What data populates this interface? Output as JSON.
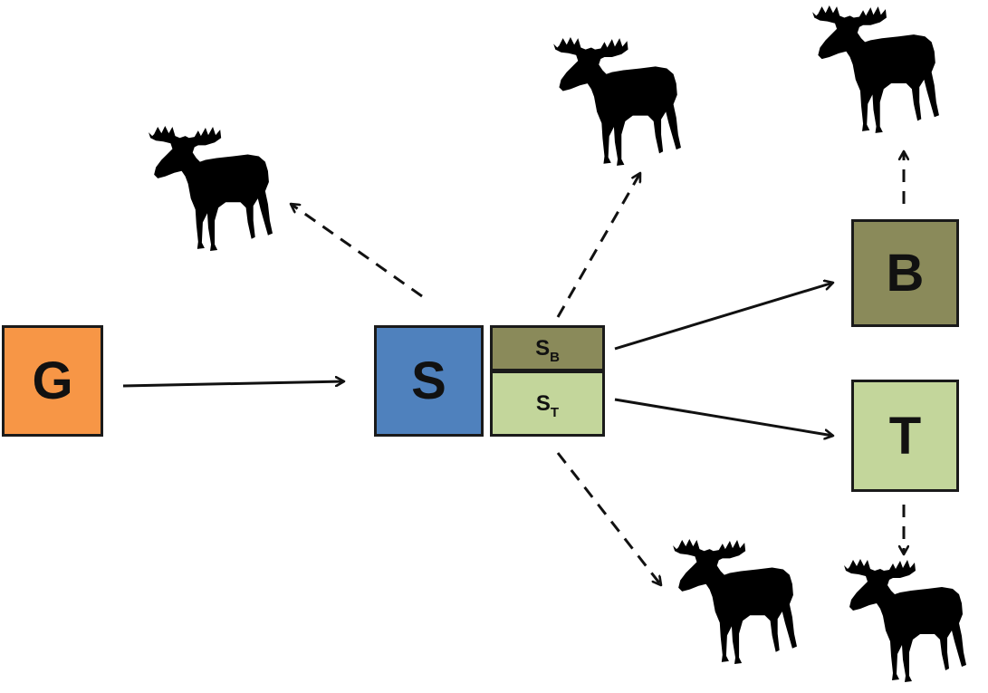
{
  "colors": {
    "g_fill": "#F79646",
    "s_fill": "#4F81BD",
    "b_fill": "#8A8A5A",
    "t_fill": "#C3D69B",
    "arrow": "#111111",
    "moose": "#000000"
  },
  "nodes": {
    "g": {
      "label": "G"
    },
    "s": {
      "label": "S"
    },
    "sb": {
      "label": "S",
      "sub": "B"
    },
    "st": {
      "label": "S",
      "sub": "T"
    },
    "b": {
      "label": "B"
    },
    "t": {
      "label": "T"
    }
  },
  "edges": [
    {
      "from": "G",
      "to": "S",
      "style": "solid"
    },
    {
      "from": "S_B",
      "to": "B",
      "style": "solid"
    },
    {
      "from": "S_T",
      "to": "T",
      "style": "solid"
    },
    {
      "from": "S",
      "to": "moose",
      "style": "dashed"
    },
    {
      "from": "S_B",
      "to": "moose",
      "style": "dashed"
    },
    {
      "from": "S_T",
      "to": "moose",
      "style": "dashed"
    },
    {
      "from": "B",
      "to": "moose",
      "style": "dashed"
    },
    {
      "from": "T",
      "to": "moose",
      "style": "dashed"
    }
  ],
  "icons": {
    "moose": "moose-silhouette-icon"
  }
}
